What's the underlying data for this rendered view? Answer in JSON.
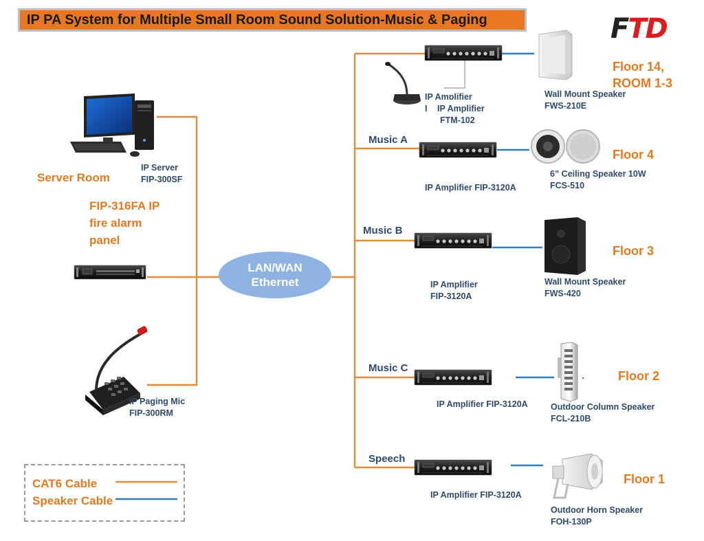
{
  "title": "IP PA System for Multiple Small Room Sound Solution-Music & Paging",
  "logo": {
    "first_letter": "F",
    "rest": "TD"
  },
  "network": {
    "line1": "LAN/WAN",
    "line2": "Ethernet"
  },
  "left": {
    "server_room": "Server Room",
    "server_name": "IP Server",
    "server_model": "FIP-300SF",
    "fire_panel_lines": [
      "FIP-316FA IP",
      "fire alarm",
      "panel"
    ],
    "mic_name": "IP Paging Mic",
    "mic_model": "FIP-300RM"
  },
  "zones": {
    "music_a": "Music A",
    "music_b": "Music B",
    "music_c": "Music C",
    "speech": "Speech"
  },
  "amplifiers": {
    "top_line1": "IP Amplifier",
    "top_line2_prefix": "I",
    "top_line2": "IP Amplifier",
    "top_line3": "FTM-102",
    "floor4": "IP Amplifier FIP-3120A",
    "floor3_line1": "IP Amplifier",
    "floor3_line2": "FIP-3120A",
    "floor2": "IP Amplifier FIP-3120A",
    "floor1": "IP Amplifier FIP-3120A"
  },
  "speakers": {
    "s14_name": "Wall Mount Speaker",
    "s14_model": "FWS-210E",
    "s4_name": "6” Ceiling Speaker 10W",
    "s4_model": "FCS-510",
    "s3_name": "Wall Mount Speaker",
    "s3_model": "FWS-420",
    "s2_name": "Outdoor Column Speaker",
    "s2_model": "FCL-210B",
    "s1_name": "Outdoor Horn Speaker",
    "s1_model": "FOH-130P"
  },
  "floors": {
    "floor14_line1": "Floor 14,",
    "floor14_line2": "ROOM 1-3",
    "floor4": "Floor 4",
    "floor3": "Floor 3",
    "floor2": "Floor 2",
    "floor1": "Floor 1"
  },
  "legend": {
    "cat6": "CAT6 Cable",
    "speaker": "Speaker Cable"
  },
  "colors": {
    "cat6": "#e38b3c",
    "speaker_cable": "#2f7fc1",
    "title_bg": "#e87722",
    "ellipse": "#8fb3e0",
    "floor_text": "#e37a22",
    "label_text": "#2e4a6b"
  }
}
